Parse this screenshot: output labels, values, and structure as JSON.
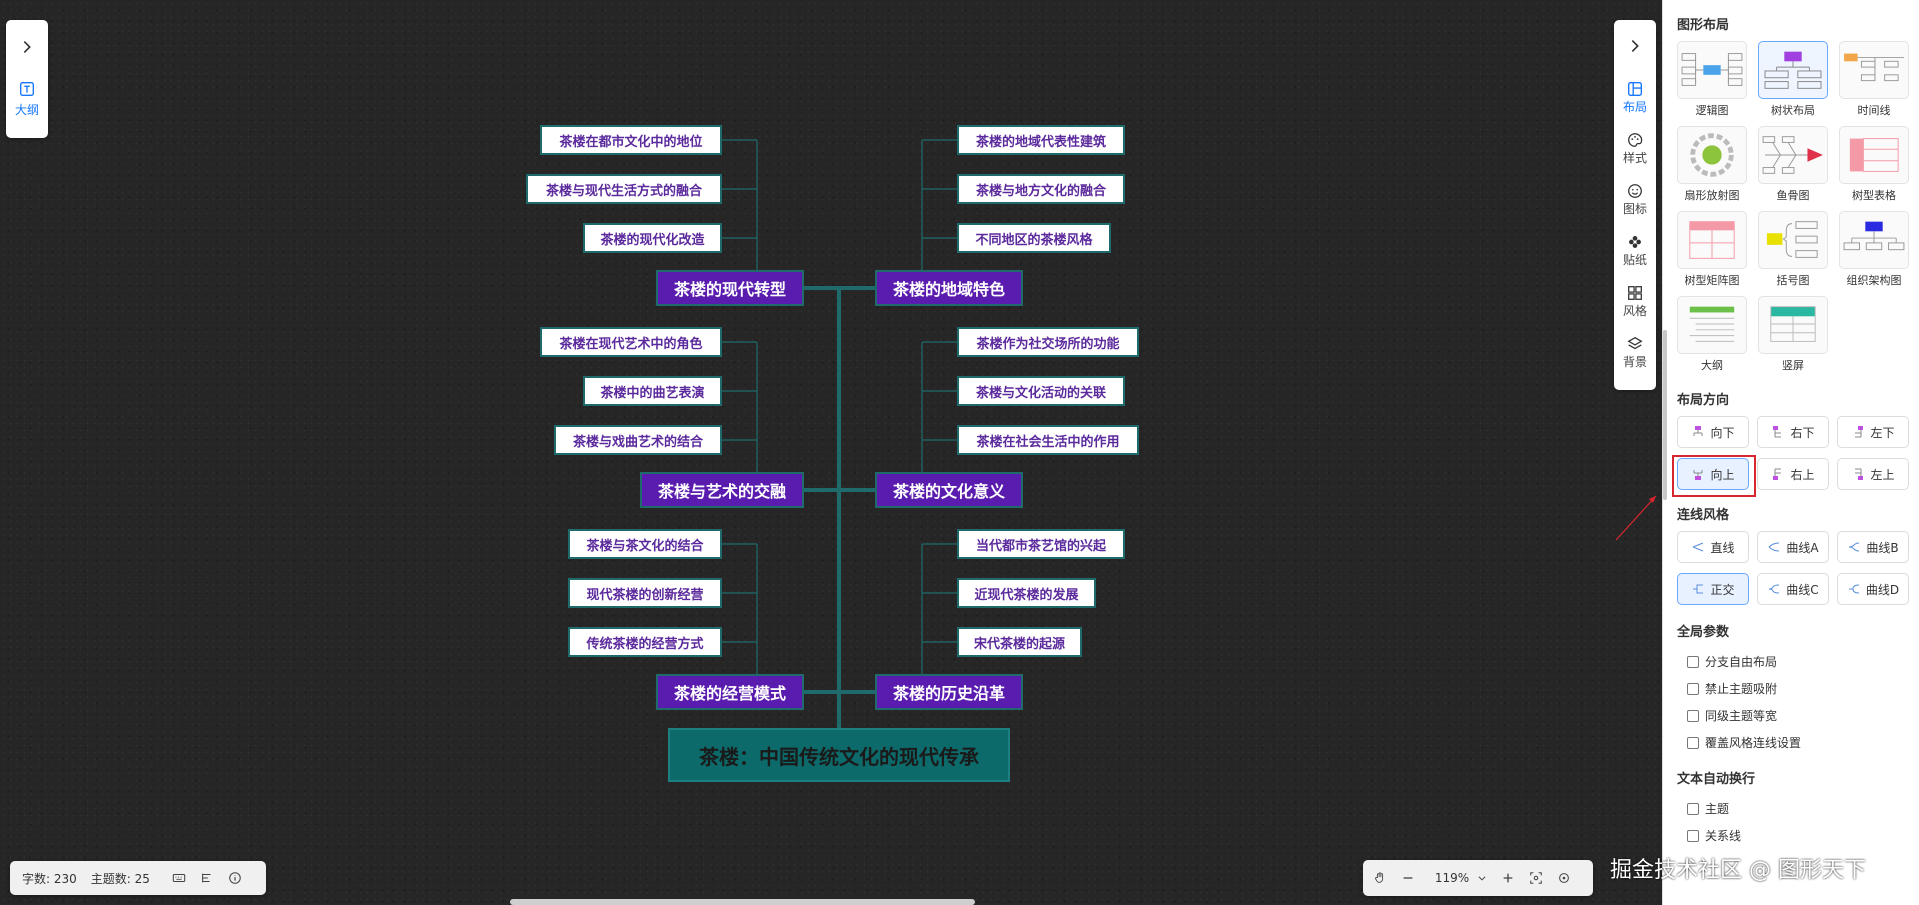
{
  "left_panel": {
    "expand_icon": "chevron-right-icon",
    "outline_label": "大纲"
  },
  "mindmap": {
    "root": "茶楼：中国传统文化的现代传承",
    "branches": [
      {
        "label": "茶楼的现代转型",
        "children": [
          "茶楼在都市文化中的地位",
          "茶楼与现代生活方式的融合",
          "茶楼的现代化改造"
        ]
      },
      {
        "label": "茶楼的地域特色",
        "children": [
          "茶楼的地域代表性建筑",
          "茶楼与地方文化的融合",
          "不同地区的茶楼风格"
        ]
      },
      {
        "label": "茶楼与艺术的交融",
        "children": [
          "茶楼在现代艺术中的角色",
          "茶楼中的曲艺表演",
          "茶楼与戏曲艺术的结合"
        ]
      },
      {
        "label": "茶楼的文化意义",
        "children": [
          "茶楼作为社交场所的功能",
          "茶楼与文化活动的关联",
          "茶楼在社会生活中的作用"
        ]
      },
      {
        "label": "茶楼的经营模式",
        "children": [
          "茶楼与茶文化的结合",
          "现代茶楼的创新经营",
          "传统茶楼的经营方式"
        ]
      },
      {
        "label": "茶楼的历史沿革",
        "children": [
          "当代都市茶艺馆的兴起",
          "近现代茶楼的发展",
          "宋代茶楼的起源"
        ]
      }
    ]
  },
  "right_toolbar": {
    "items": [
      "布局",
      "样式",
      "图标",
      "贴纸",
      "风格",
      "背景"
    ]
  },
  "status_bar": {
    "word_count": "字数: 230",
    "topic_count": "主题数: 25"
  },
  "zoom_bar": {
    "zoom": "119%"
  },
  "sidebar": {
    "layout_title": "图形布局",
    "layouts": [
      "逻辑图",
      "树状布局",
      "时间线",
      "扇形放射图",
      "鱼骨图",
      "树型表格",
      "树型矩阵图",
      "括号图",
      "组织架构图",
      "大纲",
      "竖屏"
    ],
    "active_layout": "树状布局",
    "direction_title": "布局方向",
    "directions": [
      "向下",
      "右下",
      "左下",
      "向上",
      "右上",
      "左上"
    ],
    "active_direction": "向上",
    "line_title": "连线风格",
    "line_styles": [
      "直线",
      "曲线A",
      "曲线B",
      "正交",
      "曲线C",
      "曲线D"
    ],
    "active_line": "正交",
    "global_title": "全局参数",
    "global_options": [
      "分支自由布局",
      "禁止主题吸附",
      "同级主题等宽",
      "覆盖风格连线设置"
    ],
    "wrap_title": "文本自动换行",
    "wrap_options": [
      "主题",
      "关系线"
    ]
  },
  "watermark": "掘金技术社区 @ 图形天下",
  "colors": {
    "branch_bg": "#5a1cae",
    "root_bg": "#0d6a6a",
    "connector": "#1f6b6b",
    "accent": "#1677ff",
    "highlight": "#d8262f"
  }
}
